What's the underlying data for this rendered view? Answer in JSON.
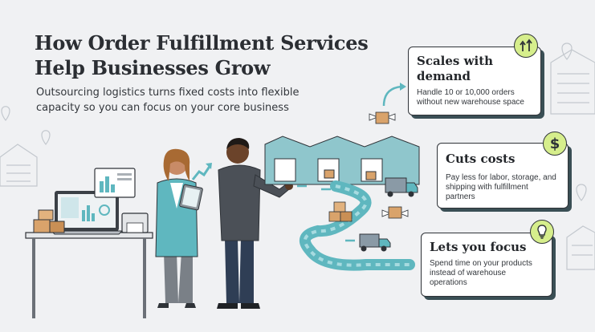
{
  "header": {
    "title": "How Order Fulfillment Services Help Businesses Grow",
    "subtitle": "Outsourcing logistics turns fixed costs into flexible capacity so you can focus on your core business"
  },
  "benefits": [
    {
      "title": "Scales with demand",
      "description": "Handle 10 or 10,000 orders without new warehouse space",
      "icon": "growth-arrows-icon"
    },
    {
      "title": "Cuts costs",
      "description": "Pay less for labor, storage, and shipping with fulfillment partners",
      "icon": "dollar-sign-icon"
    },
    {
      "title": "Lets you focus",
      "description": "Spend time on your products instead of warehouse operations",
      "icon": "lightbulb-icon"
    }
  ],
  "colors": {
    "accent_teal": "#5fb7bf",
    "badge_green": "#d6ee8c",
    "ink": "#2b2e33",
    "card_shadow": "#3a4f55"
  }
}
